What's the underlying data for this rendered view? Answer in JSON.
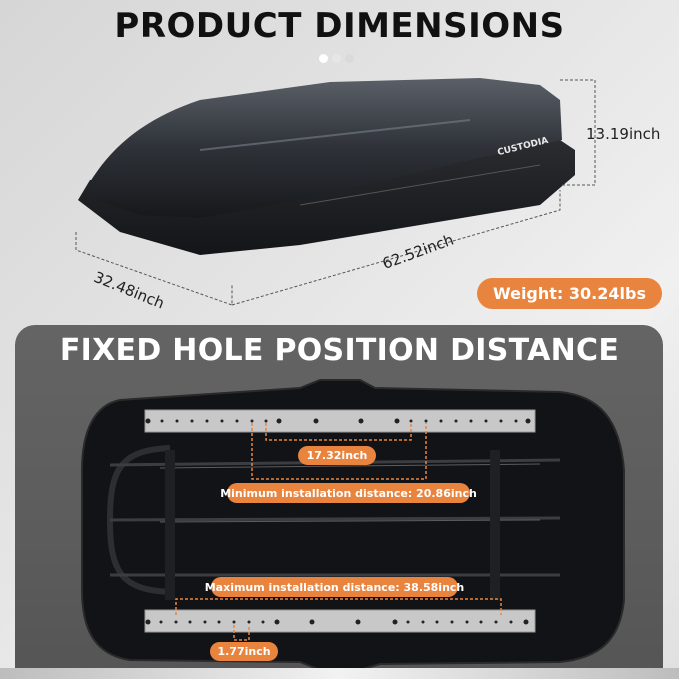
{
  "header": {
    "title": "PRODUCT DIMENSIONS",
    "carousel": {
      "total_dots": 3,
      "active_index": 0
    }
  },
  "product": {
    "brand": "CUSTODIA",
    "dimensions": {
      "height": "13.19inch",
      "width": "32.48inch",
      "length": "62.52inch"
    },
    "weight_label": "Weight: 30.24lbs"
  },
  "fixed_hole_section": {
    "title": "FIXED HOLE POSITION DISTANCE",
    "labels": {
      "inner_spacing": "17.32inch",
      "minimum": "Minimum installation distance: 20.86inch",
      "maximum": "Maximum installation distance: 38.58inch",
      "hole_pitch": "1.77inch"
    }
  },
  "colors": {
    "accent_orange": "#e9843f",
    "panel_gray": "#5f5f5f",
    "box_black": "#1c1e22",
    "rail_silver": "#c8c8c8"
  }
}
